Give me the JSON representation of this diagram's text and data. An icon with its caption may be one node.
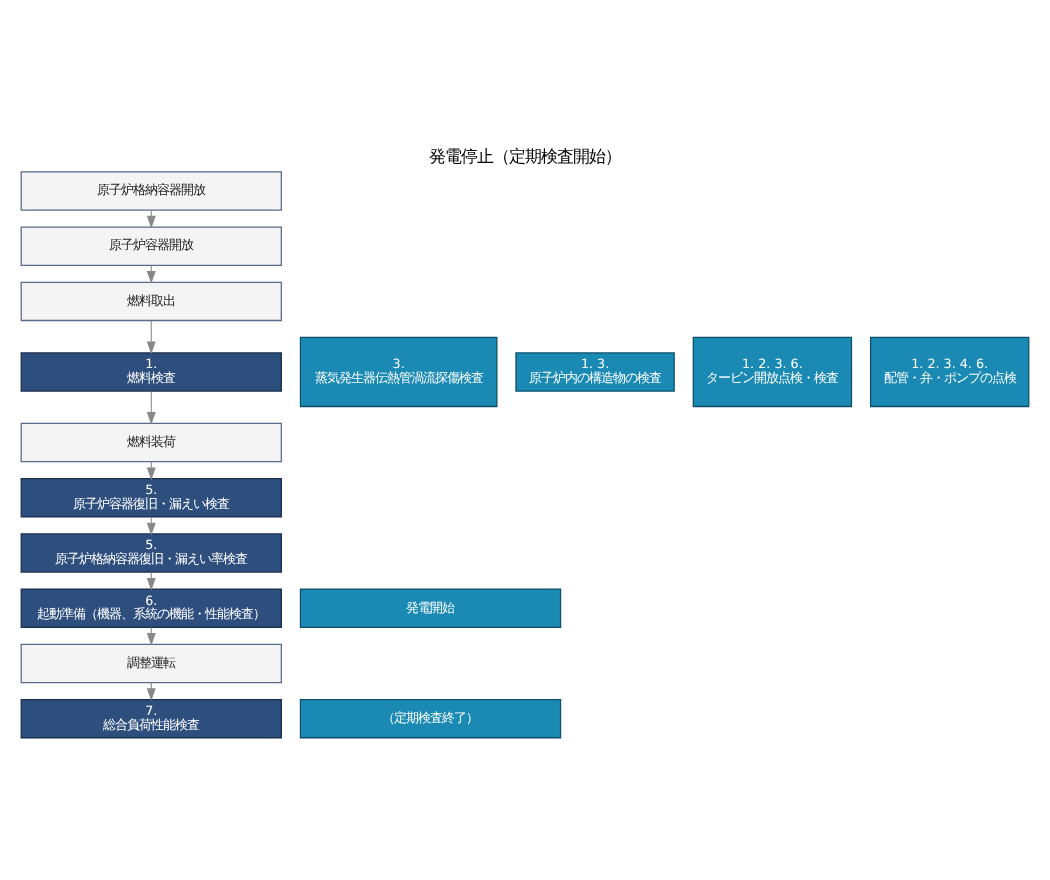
{
  "diagram": {
    "title": "発電停止（定期検査開始）",
    "nodes": [
      {
        "text": [
          "原子炉格納容器開放"
        ]
      },
      {
        "text": [
          "原子炉容器開放"
        ]
      },
      {
        "text": [
          "燃料取出"
        ]
      },
      {
        "text": [
          "1.",
          "燃料検査"
        ]
      },
      {
        "text": [
          "燃料装荷"
        ]
      },
      {
        "text": [
          "5.",
          "原子炉容器復旧・漏えい検査"
        ]
      },
      {
        "text": [
          "5.",
          "原子炉格納容器復旧・漏えい率検査"
        ]
      },
      {
        "text": [
          "6.",
          "起動準備（機器、系統の機能・性能検査）"
        ]
      },
      {
        "text": [
          "調整運転"
        ]
      },
      {
        "text": [
          "7.",
          "総合負荷性能検査"
        ]
      },
      {
        "text": [
          "3.",
          "蒸気発生器伝熱管渦流探傷検査"
        ]
      },
      {
        "text": [
          "1. 3.",
          "原子炉内の構造物の検査"
        ]
      },
      {
        "text": [
          "1. 2. 3. 6.",
          "タービン開放点検・検査"
        ]
      },
      {
        "text": [
          "1. 2. 3. 4. 6.",
          "配管・弁・ポンプの点検"
        ]
      },
      {
        "text": [
          "発電開始"
        ]
      },
      {
        "text": [
          "（定期検査終了）"
        ]
      }
    ],
    "edges": [
      {
        "from": 0,
        "to": 1,
        "arrow": "to"
      },
      {
        "from": 1,
        "to": 2,
        "arrow": "to"
      },
      {
        "from": 2,
        "to": 3,
        "arrow": "to"
      },
      {
        "from": 3,
        "to": 4,
        "arrow": "to"
      },
      {
        "from": 4,
        "to": 5,
        "arrow": "to"
      },
      {
        "from": 5,
        "to": 6,
        "arrow": "to"
      },
      {
        "from": 6,
        "to": 7,
        "arrow": "to"
      },
      {
        "from": 7,
        "to": 8,
        "arrow": "to"
      },
      {
        "from": 8,
        "to": 9,
        "arrow": "to"
      }
    ]
  }
}
